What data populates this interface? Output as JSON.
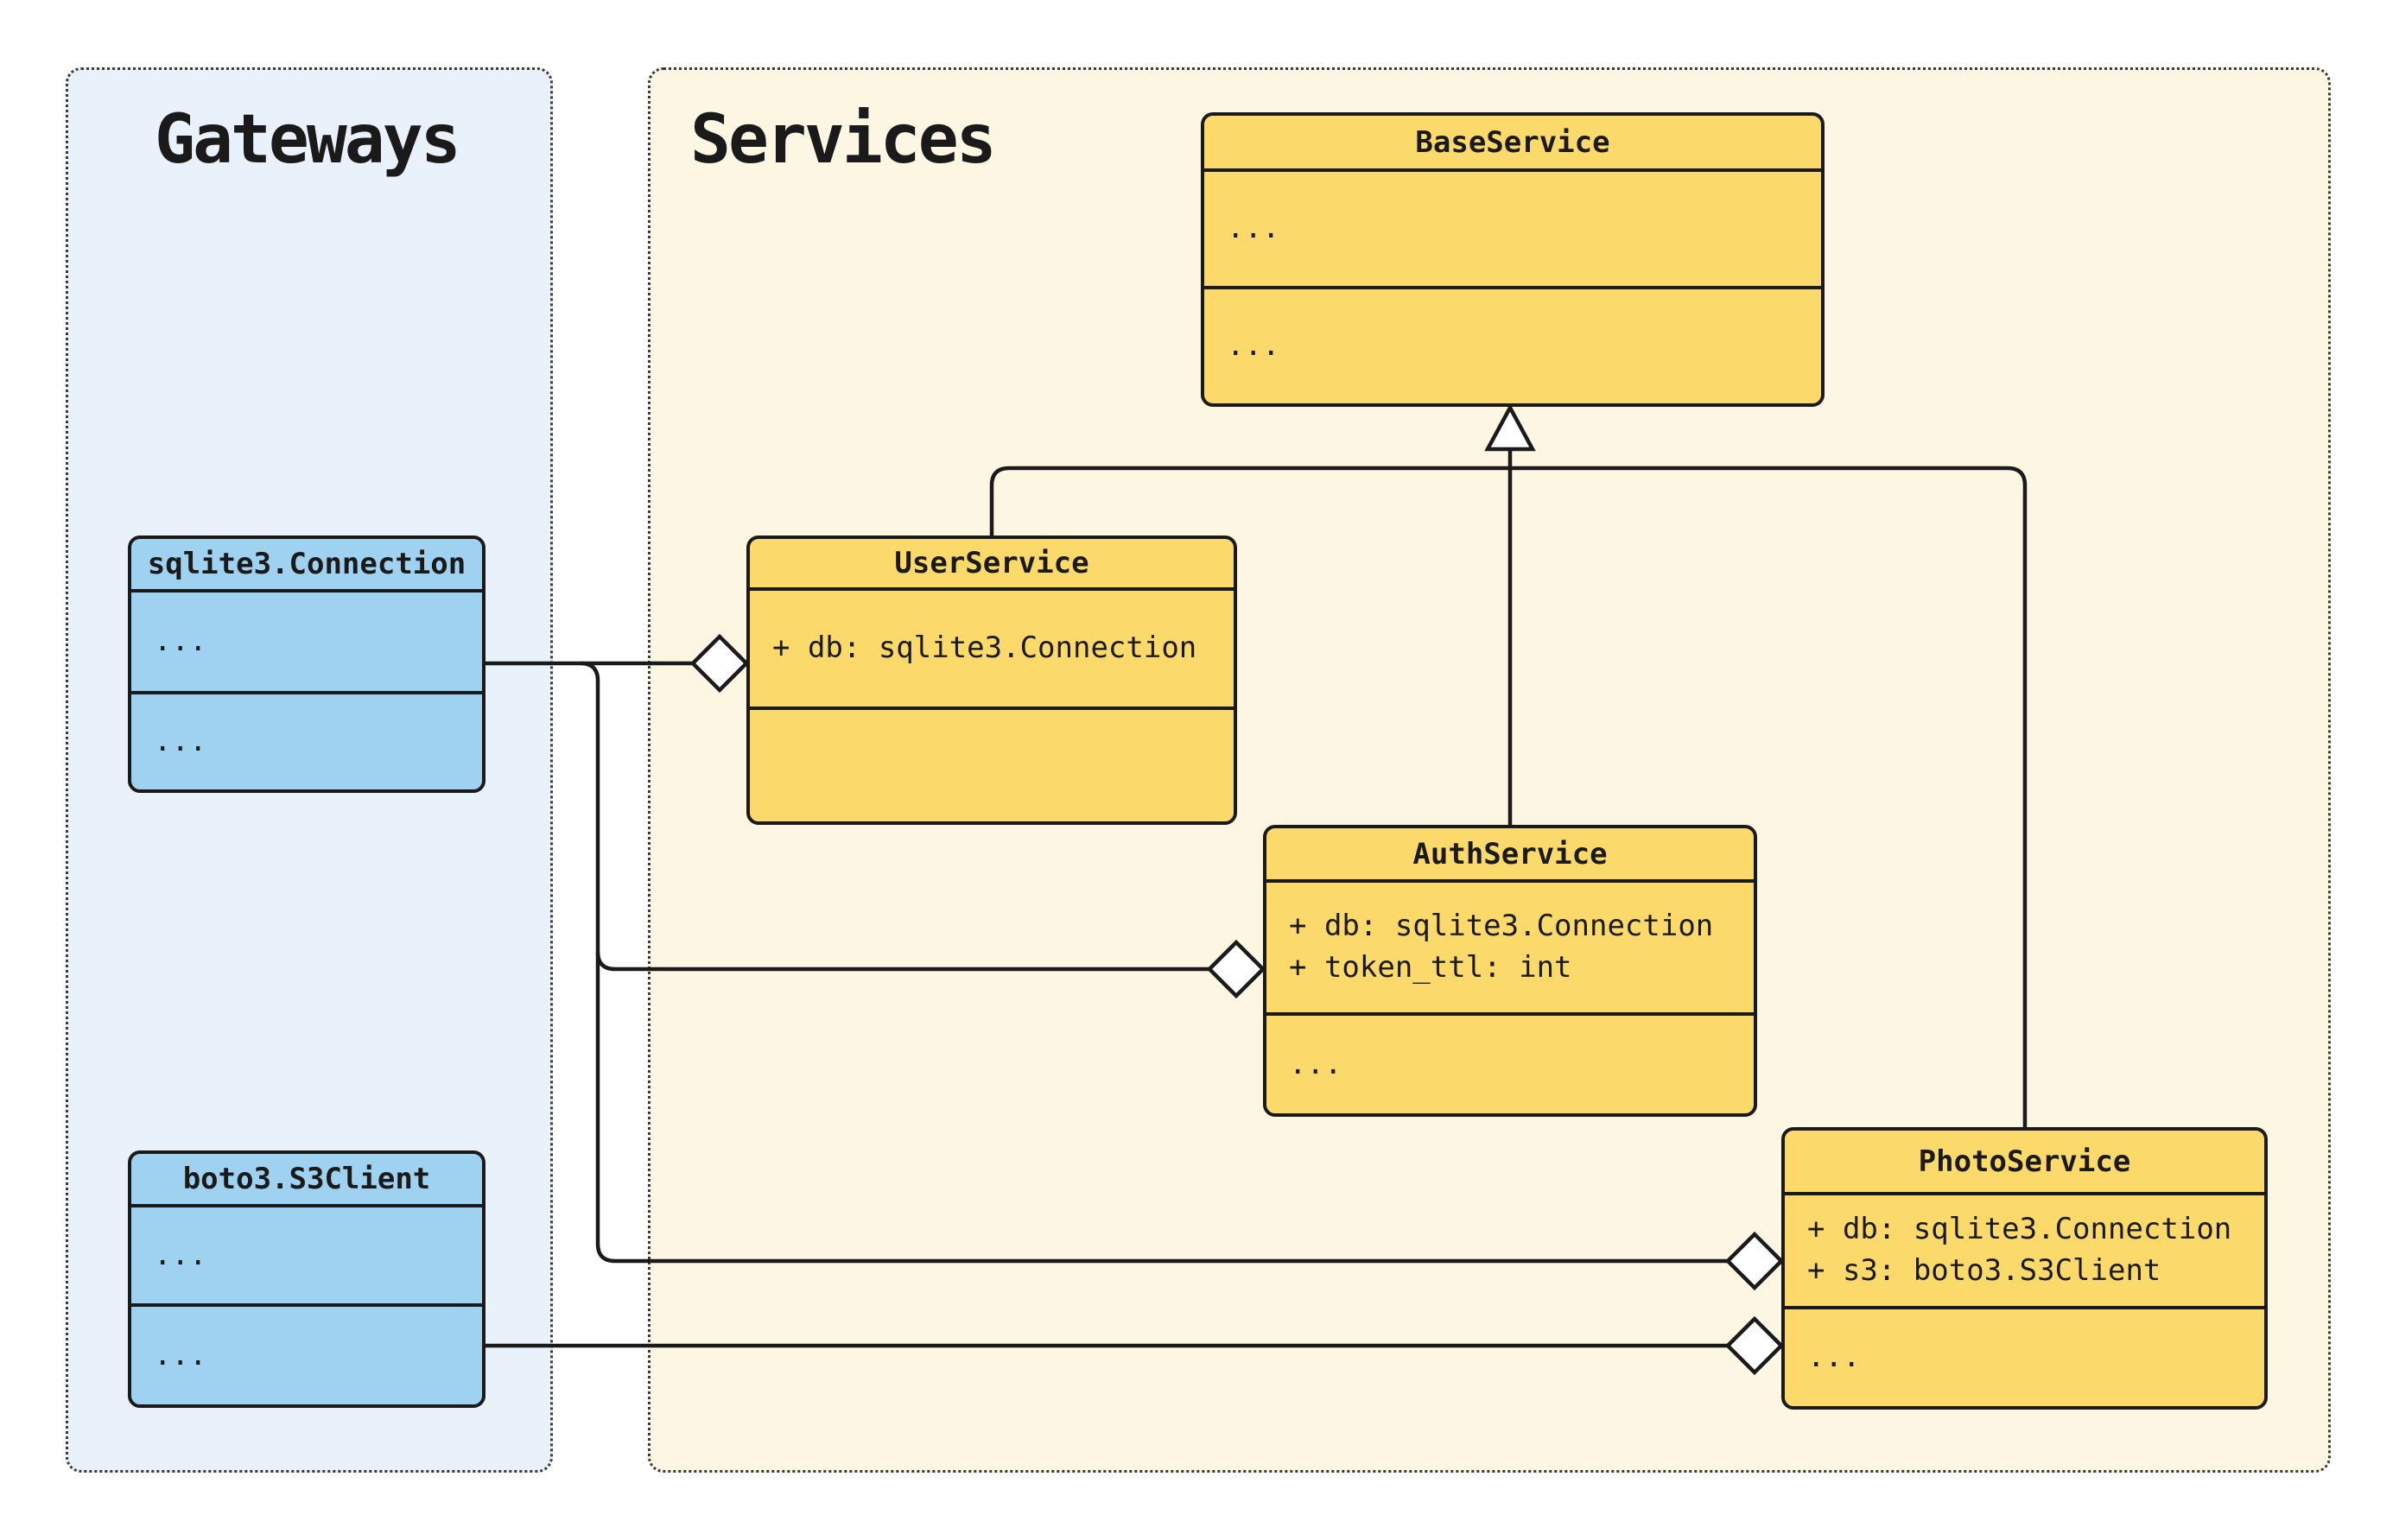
{
  "page": {
    "background": "#ffffff"
  },
  "panels": {
    "gateways": {
      "title": "Gateways"
    },
    "services": {
      "title": "Services"
    }
  },
  "colors": {
    "gateways_panel_fill": "#e9f1fa",
    "services_panel_fill": "#fdf6e2",
    "gateway_class_fill": "#9fd2f0",
    "service_class_fill": "#fcd96b",
    "stroke": "#1a1a1a",
    "marker_fill": "#ffffff",
    "text": "#1a1a1a"
  },
  "classes": {
    "sqlite": {
      "title": "sqlite3.Connection",
      "attributes": [
        "..."
      ],
      "methods": [
        "..."
      ]
    },
    "boto": {
      "title": "boto3.S3Client",
      "attributes": [
        "..."
      ],
      "methods": [
        "..."
      ]
    },
    "base": {
      "title": "BaseService",
      "attributes": [
        "..."
      ],
      "methods": [
        "..."
      ]
    },
    "user": {
      "title": "UserService",
      "attributes": [
        "+ db: sqlite3.Connection"
      ],
      "methods": [
        ""
      ]
    },
    "auth": {
      "title": "AuthService",
      "attributes": [
        "+ db: sqlite3.Connection",
        "+ token_ttl: int"
      ],
      "methods": [
        "..."
      ]
    },
    "photo": {
      "title": "PhotoService",
      "attributes": [
        "+ db: sqlite3.Connection",
        "+ s3: boto3.S3Client"
      ],
      "methods": [
        "..."
      ]
    }
  },
  "relationships": [
    {
      "type": "inheritance",
      "from": "UserService",
      "to": "BaseService"
    },
    {
      "type": "inheritance",
      "from": "AuthService",
      "to": "BaseService"
    },
    {
      "type": "inheritance",
      "from": "PhotoService",
      "to": "BaseService"
    },
    {
      "type": "aggregation",
      "from": "UserService",
      "to": "sqlite3.Connection",
      "member": "db"
    },
    {
      "type": "aggregation",
      "from": "AuthService",
      "to": "sqlite3.Connection",
      "member": "db"
    },
    {
      "type": "aggregation",
      "from": "PhotoService",
      "to": "sqlite3.Connection",
      "member": "db"
    },
    {
      "type": "aggregation",
      "from": "PhotoService",
      "to": "boto3.S3Client",
      "member": "s3"
    }
  ]
}
